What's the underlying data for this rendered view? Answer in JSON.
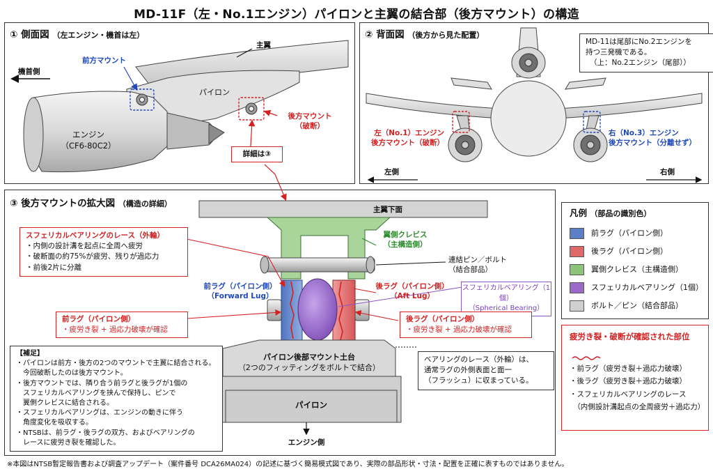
{
  "title": "MD-11F（左・No.1エンジン）パイロンと主翼の結合部（後方マウント）の構造",
  "panel1": {
    "title": "① 側面図",
    "subtitle": "（左エンジン・機首は左）",
    "nose_side": "機首側",
    "main_wing": "主翼",
    "front_mount": "前方マウント",
    "pylon": "パイロン",
    "rear_mount_line1": "後方マウント",
    "rear_mount_line2": "（破断）",
    "engine_line1": "エンジン",
    "engine_line2": "（CF6-80C2）",
    "detail": "詳細は③"
  },
  "panel2": {
    "title": "② 背面図",
    "subtitle": "（後方から見た配置）",
    "note_line1": "MD-11は尾部にNo.2エンジンを",
    "note_line2": "持つ三発機である。",
    "note_line3": "（上：No.2エンジン（尾部））",
    "left_engine_line1": "左（No.1）エンジン",
    "left_engine_line2": "後方マウント（破断）",
    "right_engine_line1": "右（No.3）エンジン",
    "right_engine_line2": "後方マウント（分離せず）",
    "left_side": "左側",
    "right_side": "右側"
  },
  "panel3": {
    "title": "③ 後方マウントの拡大図",
    "subtitle": "（構造の詳細）",
    "wing_underside": "主翼下面",
    "wing_clevis_line1": "翼側クレビス",
    "wing_clevis_line2": "（主構造側）",
    "pin_line1": "連結ピン／ボルト",
    "pin_line2": "（結合部品）",
    "fwd_lug_jp": "前ラグ（パイロン側）",
    "fwd_lug_en": "（Forward Lug）",
    "aft_lug_jp": "後ラグ（パイロン側）",
    "aft_lug_en": "（Aft Lug）",
    "spherical_jp": "スフェリカルベアリング（1個）",
    "spherical_en": "（Spherical Bearing）",
    "race_title": "スフェリカルベアリングのレース（外輪）",
    "race_items": [
      "・内側の設計溝を起点に全周へ疲労",
      "・破断面の約75%が疲労、残りが過応力",
      "・前後2片に分離"
    ],
    "fwd_fail_title": "前ラグ（パイロン側）",
    "fwd_fail_text": "・疲労き裂 + 過応力破壊が確認",
    "aft_fail_title": "後ラグ（パイロン側）",
    "aft_fail_text": "・疲労き裂 + 過応力破壊が確認",
    "base_line1": "パイロン後部マウント土台",
    "base_line2": "（2つのフィッティングをボルトで結合）",
    "pylon": "パイロン",
    "engine_side": "エンジン側",
    "race_note": [
      "ベアリングのレース（外輪）は、",
      "通常ラグの外側表面と面一",
      "（フラッシュ）に収まっている。"
    ],
    "supplement_title": "【補足】",
    "supplement": [
      "・パイロンは前方・後方の2つのマウントで主翼に結合される。",
      "　今回破断したのは後方マウント。",
      "・後方マウントでは、隣り合う前ラグと後ラグが1個の",
      "　スフェリカルベアリングを挟んで保持し、ピンで",
      "　翼側クレビスに結合される。",
      "・スフェリカルベアリングは、エンジンの動きに伴う",
      "　角度変化を吸収する。",
      "・NTSBは、前ラグ・後ラグの双方、およびベアリングの",
      "　レースに疲労き裂を確認した。"
    ]
  },
  "legend": {
    "title": "凡例",
    "subtitle": "（部品の識別色）",
    "items": [
      {
        "label": "前ラグ（パイロン側）",
        "color": "#5b7fc4"
      },
      {
        "label": "後ラグ（パイロン側）",
        "color": "#e06a6a"
      },
      {
        "label": "翼側クレビス（主構造側）",
        "color": "#8cc47a"
      },
      {
        "label": "スフェリカルベアリング（1個）",
        "color": "#9b6ac9"
      },
      {
        "label": "ボルト／ピン（結合部品）",
        "color": "#cfcfcf"
      }
    ]
  },
  "findings": {
    "title": "疲労き裂・破断が確認された部位",
    "items": [
      "・前ラグ（疲労き裂＋過応力破壊）",
      "・後ラグ（疲労き裂＋過応力破壊）",
      "・スフェリカルベアリングのレース",
      "　（内側設計溝起点の全周疲労＋過応力）"
    ]
  },
  "footer": "※本図はNTSB暫定報告書および調査アップデート（案件番号 DCA26MA024）の記述に基づく簡易模式図であり、実際の部品形状・寸法・配置を正確に表すものではありません。",
  "colors": {
    "red": "#d42020",
    "blue": "#1f48b8",
    "green": "#2e8a2e",
    "purple": "#7a3fbf"
  }
}
